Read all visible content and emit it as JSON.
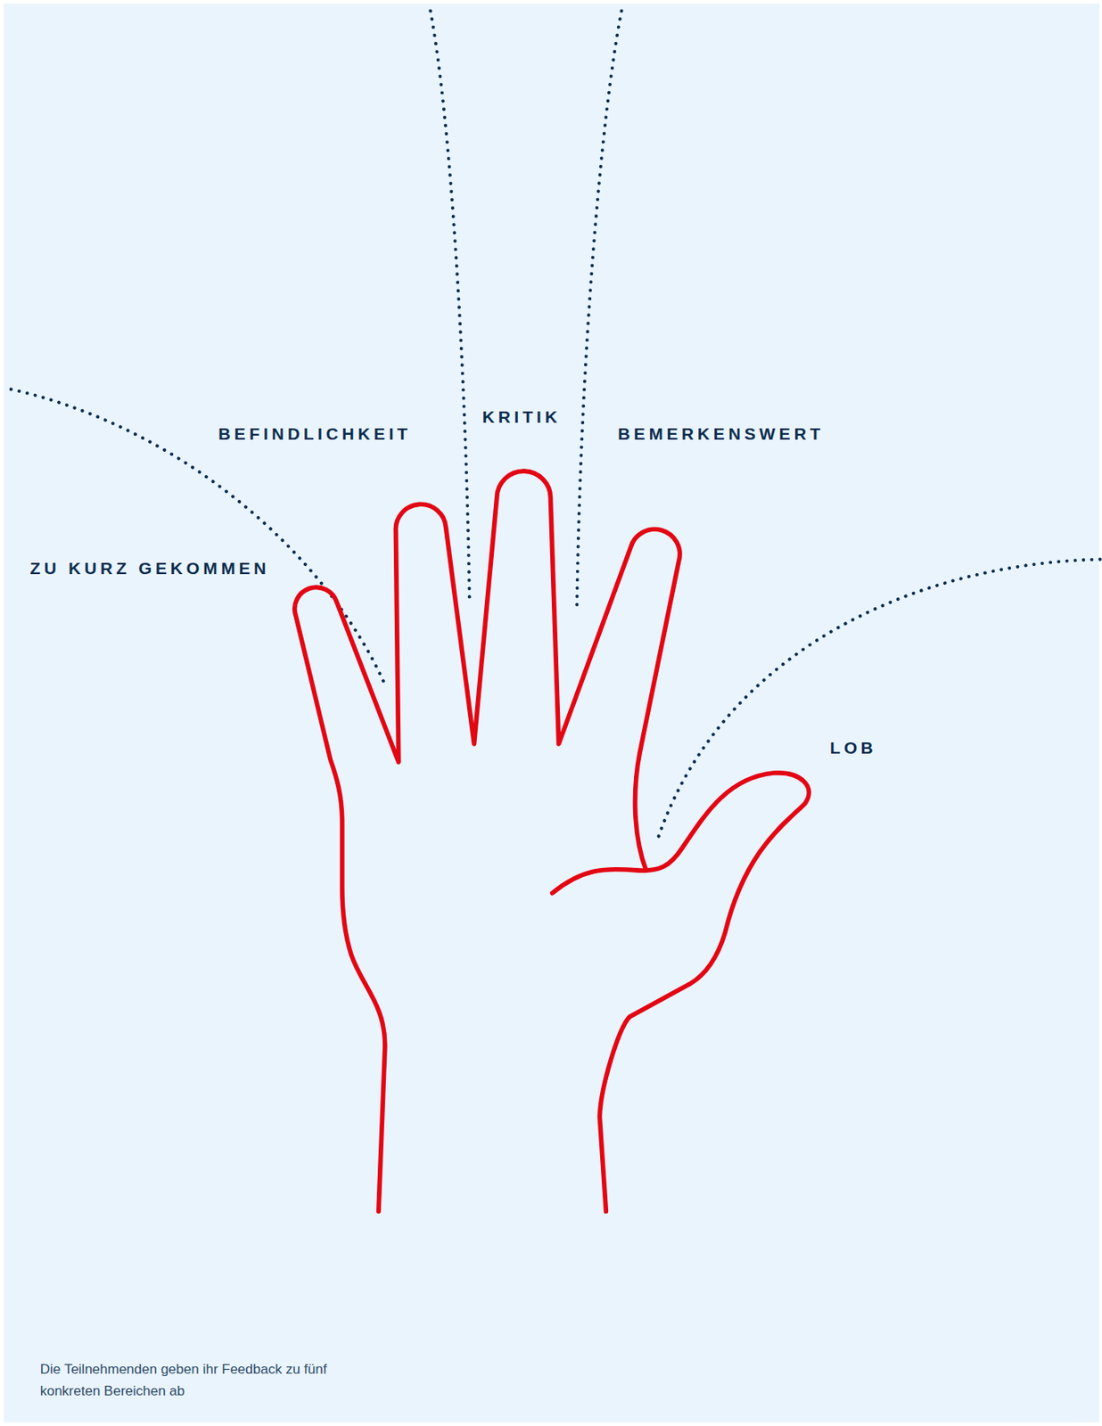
{
  "diagram": {
    "caption": "Die Teilnehmenden geben ihr Feedback zu fünf konkreten Bereichen ab",
    "labels": [
      "BEFINDLICHKEIT",
      "KRITIK",
      "BEMERKENSWERT",
      "ZU KURZ GEKOMMEN",
      "LOB"
    ]
  }
}
